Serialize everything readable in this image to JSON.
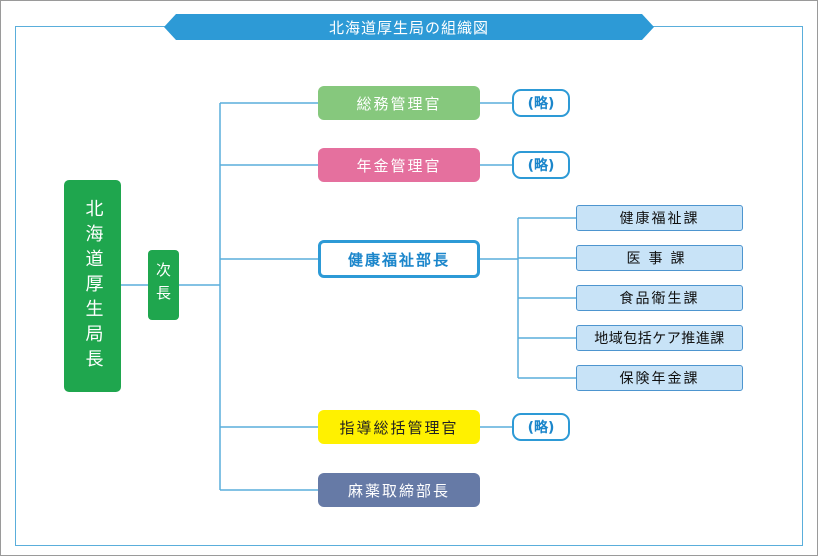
{
  "title": "北海道厚生局の組織図",
  "chief": "北海道厚生局長",
  "deputy": "次長",
  "departments": [
    "総務管理官",
    "年金管理官",
    "健康福祉部長",
    "指導総括管理官",
    "麻薬取締部長"
  ],
  "omitted_label": "(略)",
  "sections": [
    "健康福祉課",
    "医事課",
    "食品衛生課",
    "地域包括ケア推進課",
    "保険年金課"
  ],
  "colors": {
    "frame": "#5aaedb",
    "banner": "#2d9ad6",
    "chief": "#1fa64e",
    "soumu": "#86c87d",
    "nenkin": "#e5709e",
    "kenko": "#2d9ad6",
    "shido": "#fff100",
    "mayaku": "#667aa6",
    "section_fill": "#c8e3f7"
  }
}
